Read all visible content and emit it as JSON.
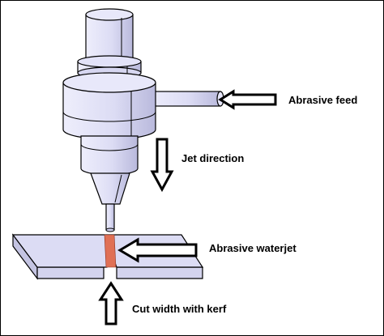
{
  "diagram": {
    "labels": {
      "abrasive_feed": "Abrasive feed",
      "jet_direction": "Jet direction",
      "abrasive_waterjet": "Abrasive waterjet",
      "cut_width": "Cut width with kerf"
    },
    "colors": {
      "machine_fill": "#dcdcf4",
      "machine_shade": "#c8c8e6",
      "outline": "#000000",
      "jet": "#e07055"
    }
  }
}
